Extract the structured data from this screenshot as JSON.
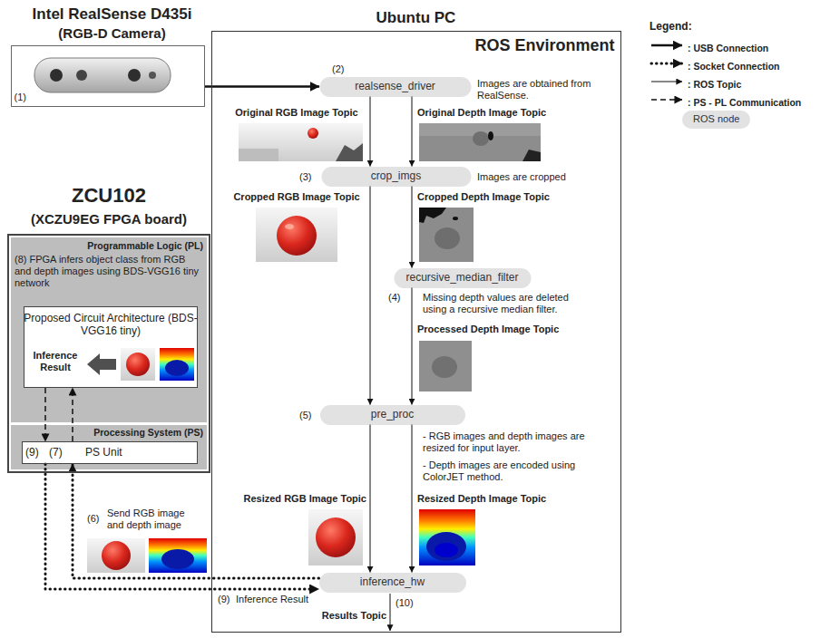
{
  "diagram": {
    "nodes": [
      {
        "text": [
          "Intel RealSense D435i",
          "(RGB-D Camera)",
          "(1)"
        ]
      },
      {
        "text": [
          "Ubuntu PC",
          "ROS Environment"
        ]
      },
      {
        "text": [
          "realsense_driver"
        ],
        "in": 1
      },
      {
        "text": [
          "crop_imgs"
        ],
        "in": 1
      },
      {
        "text": [
          "recursive_median_filter"
        ],
        "in": 1
      },
      {
        "text": [
          "pre_proc"
        ],
        "in": 1
      },
      {
        "text": [
          "inference_hw"
        ],
        "in": 1
      },
      {
        "text": [
          "ZCU102",
          "(XCZU9EG FPGA board)"
        ]
      },
      {
        "text": [
          "Programmable Logic (PL)",
          "(8) FPGA infers object class from RGB and depth images using BDS-VGG16 tiny network"
        ],
        "in": 7
      },
      {
        "text": [
          "Proposed Circuit Architecture (BDS-VGG16 tiny)",
          "Inference Result"
        ],
        "in": 8
      },
      {
        "text": [
          "Processing System (PS)"
        ],
        "in": 7
      },
      {
        "text": [
          "(9)",
          "(7)",
          "PS Unit"
        ],
        "in": 10
      }
    ],
    "edges": [
      {
        "from": 0,
        "to": 2,
        "arrow": "to"
      },
      {
        "from": 2,
        "to": 3,
        "label": "Original RGB Image Topic",
        "arrow": "to"
      },
      {
        "from": 2,
        "to": 3,
        "label": "Original Depth Image Topic",
        "arrow": "to"
      },
      {
        "from": 3,
        "to": 5,
        "label": "Cropped RGB Image Topic",
        "arrow": "to"
      },
      {
        "from": 3,
        "to": 4,
        "label": "Cropped Depth Image Topic",
        "arrow": "to"
      },
      {
        "from": 4,
        "to": 5,
        "label": "Processed Depth Image Topic",
        "arrow": "to"
      },
      {
        "from": 5,
        "to": 6,
        "label": "Resized RGB Image Topic",
        "arrow": "to"
      },
      {
        "from": 5,
        "to": 6,
        "label": "Resized Depth Image Topic",
        "arrow": "to"
      },
      {
        "from": 6,
        "to": 11,
        "label": "Send RGB image and depth image",
        "arrow": "to"
      },
      {
        "from": 11,
        "to": 6,
        "label": "Inference Result",
        "arrow": "to"
      },
      {
        "from": 9,
        "to": 11,
        "arrow": "to"
      },
      {
        "from": 11,
        "to": 9,
        "arrow": "to"
      }
    ],
    "labels": [
      "Legend:",
      "(2)",
      "Images are obtained from RealSense.",
      "(3)",
      "Images are cropped",
      "(4)",
      "Missing depth values are deleted using a recursive median filter.",
      "(5)",
      "- RGB images and depth images are resized for input layer.",
      "- Depth images are encoded using ColorJET method.",
      "(6)",
      "(9)",
      "(10)",
      "Results Topic"
    ],
    "legend": [
      {
        "text": ": USB Connection"
      },
      {
        "text": ": Socket Connection"
      },
      {
        "text": ": ROS Topic"
      },
      {
        "text": ": PS - PL Communication"
      },
      {
        "text": "ROS node"
      }
    ]
  }
}
